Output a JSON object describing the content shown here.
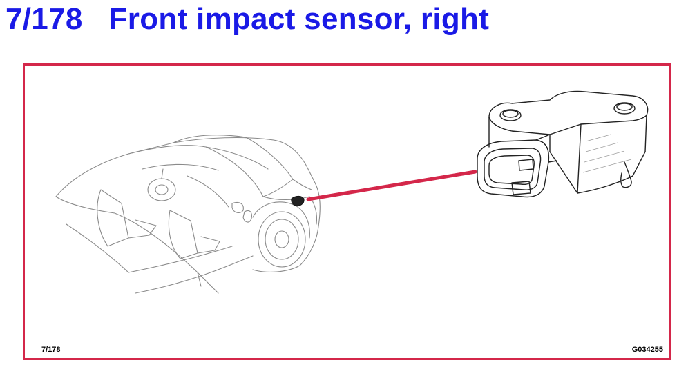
{
  "header": {
    "ref_number": "7/178",
    "title": "Front impact sensor, right"
  },
  "figure": {
    "ref_label": "7/178",
    "figure_code": "G034255",
    "icons": [
      "car-illustration",
      "impact-sensor-detail"
    ]
  },
  "colors": {
    "title": "#1a1ae6",
    "frame": "#d4274a",
    "pointer": "#d4274a",
    "linework": "#8a8a8a"
  }
}
